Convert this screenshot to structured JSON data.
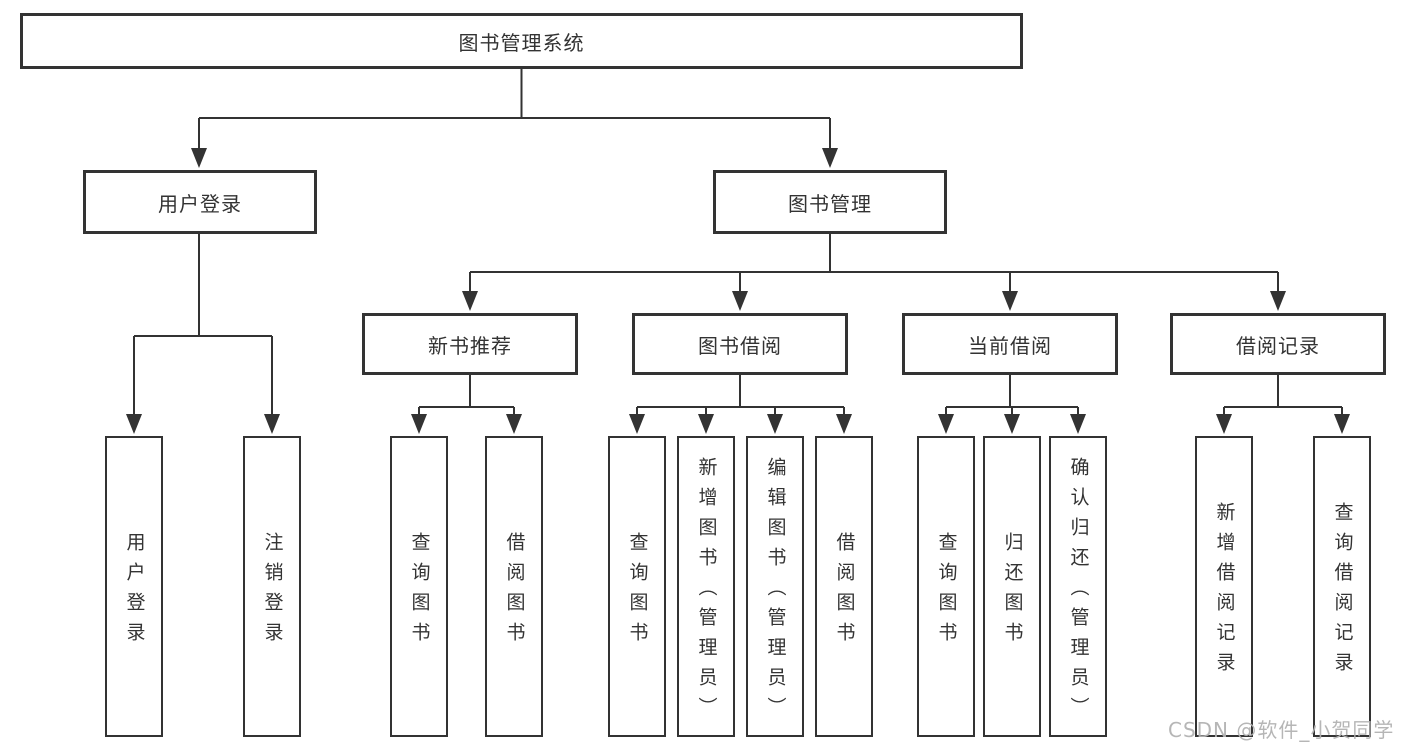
{
  "nodes": {
    "root": {
      "label": "图书管理系统"
    },
    "level2": [
      {
        "label": "用户登录"
      },
      {
        "label": "图书管理"
      }
    ],
    "level3": [
      {
        "label": "新书推荐"
      },
      {
        "label": "图书借阅"
      },
      {
        "label": "当前借阅"
      },
      {
        "label": "借阅记录"
      }
    ],
    "leaves": {
      "login": [
        {
          "label": "用户登录"
        },
        {
          "label": "注销登录"
        }
      ],
      "recommend": [
        {
          "label": "查询图书"
        },
        {
          "label": "借阅图书"
        }
      ],
      "borrow": [
        {
          "label": "查询图书"
        },
        {
          "label": "新增图书（管理员）"
        },
        {
          "label": "编辑图书（管理员）"
        },
        {
          "label": "借阅图书"
        }
      ],
      "current": [
        {
          "label": "查询图书"
        },
        {
          "label": "归还图书"
        },
        {
          "label": "确认归还（管理员）"
        }
      ],
      "records": [
        {
          "label": "新增借阅记录"
        },
        {
          "label": "查询借阅记录"
        }
      ]
    }
  },
  "watermark": "CSDN @软件_小贺同学",
  "colors": {
    "line": "#333333",
    "box_border": "#333333",
    "text": "#333333",
    "watermark": "#b2b2b2",
    "background": "#ffffff"
  }
}
